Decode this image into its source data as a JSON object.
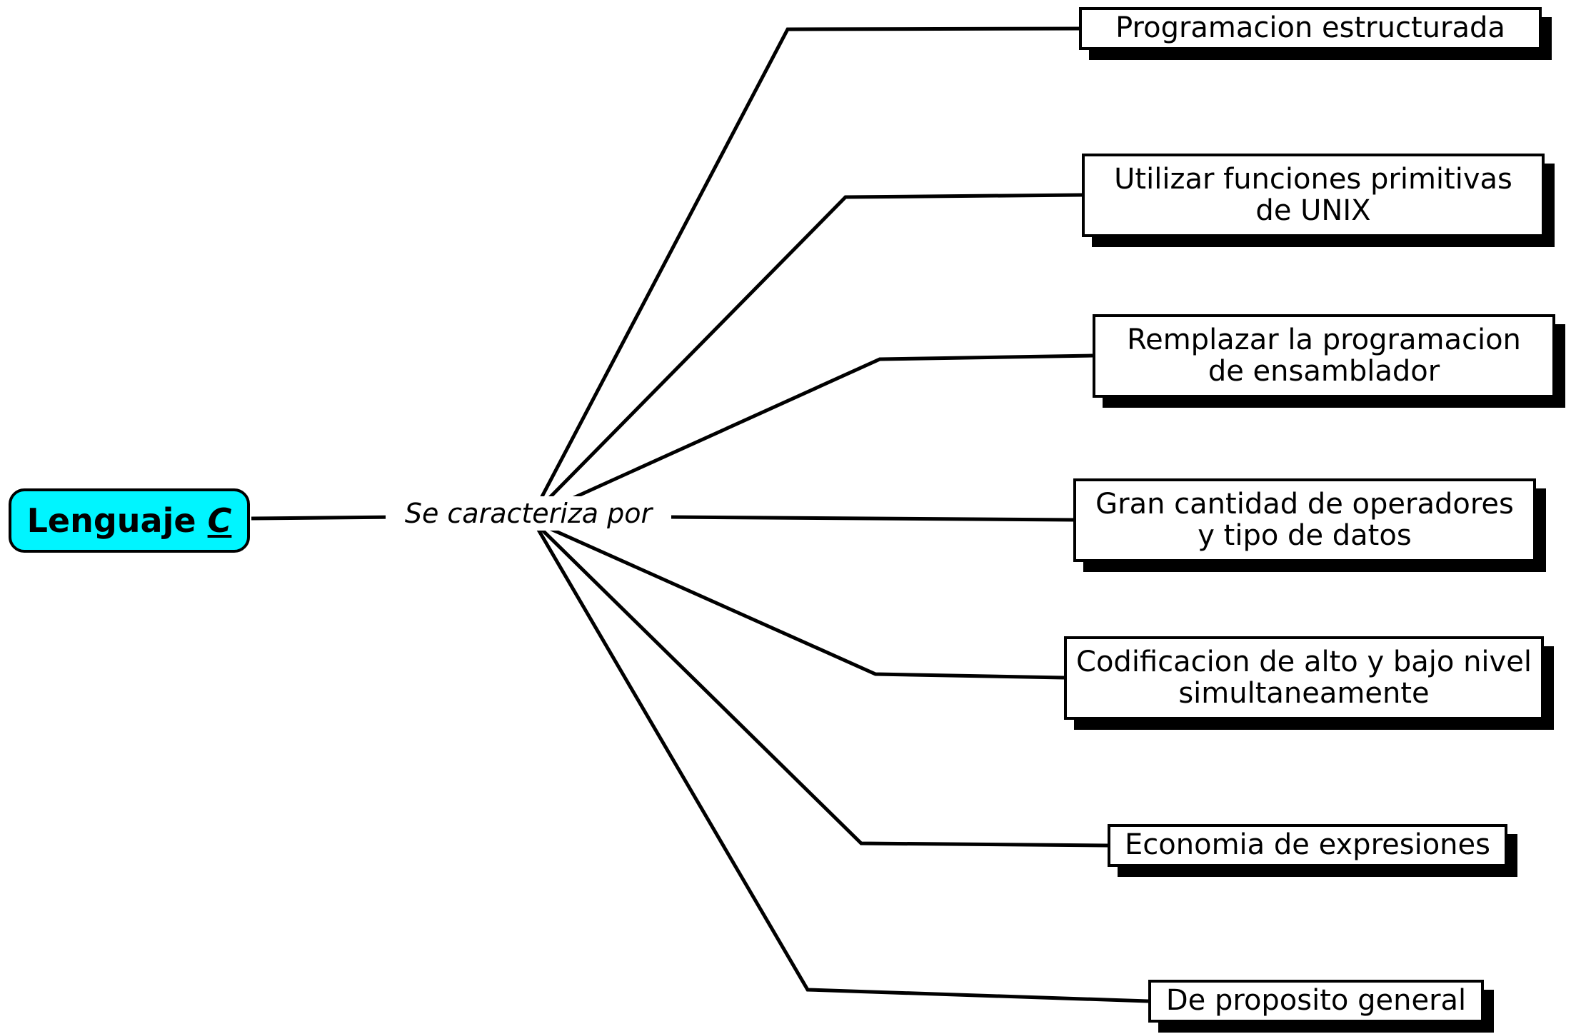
{
  "diagram": {
    "title": "Mapa conceptual - Lenguaje C",
    "type": "concept-map",
    "root": {
      "label_prefix": "Lenguaje ",
      "label_emphasis": "C",
      "fill_color": "#00F5FF",
      "border_color": "#000000"
    },
    "connector_label": "Se caracteriza por",
    "branch_count": 7,
    "branches": [
      {
        "label": "Programacion estructurada"
      },
      {
        "label": "Utilizar funciones primitivas\nde UNIX"
      },
      {
        "label": "Remplazar la programacion\nde ensamblador"
      },
      {
        "label": "Gran cantidad de operadores\ny tipo de datos"
      },
      {
        "label": "Codificacion de alto y bajo nivel\nsimultaneamente"
      },
      {
        "label": "Economia de expresiones"
      },
      {
        "label": "De proposito general"
      }
    ],
    "colors": {
      "background": "#FFFFFF",
      "box_fill": "#FFFFFF",
      "box_border": "#000000",
      "box_shadow": "#000000",
      "line": "#000000",
      "text": "#000000"
    }
  }
}
